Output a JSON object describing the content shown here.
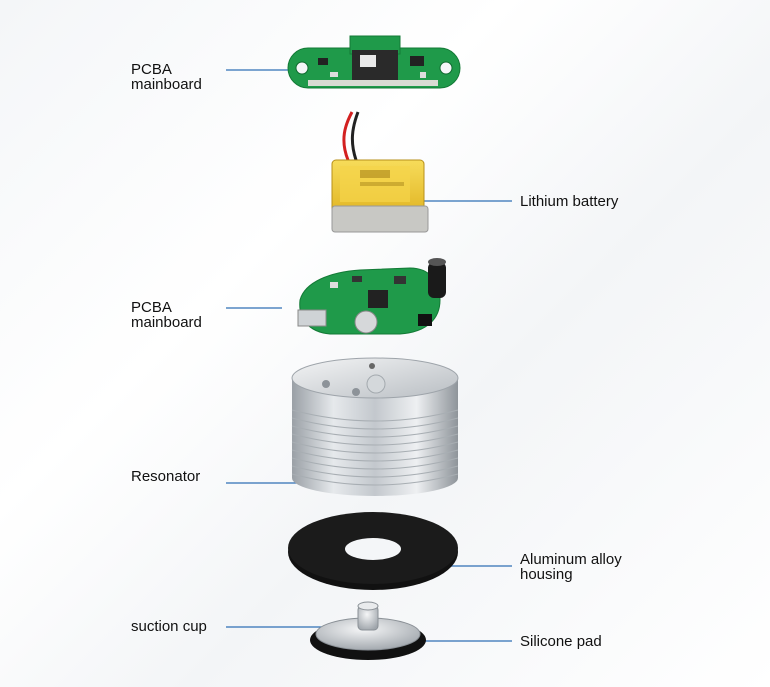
{
  "labels": {
    "pcba_top": "PCBA\nmainboard",
    "lithium_battery": "Lithium battery",
    "pcba_mid": "PCBA\nmainboard",
    "resonator": "Resonator",
    "aluminum_housing": "Aluminum alloy\nhousing",
    "suction_cup": "suction cup",
    "silicone_pad": "Silicone  pad"
  },
  "colors": {
    "leader_line": "#2f6fb5",
    "pcb_green": "#1f9a4a",
    "battery_yellow": "#f2cf3b",
    "aluminum": "#c9ced3",
    "pad_black": "#111111"
  }
}
